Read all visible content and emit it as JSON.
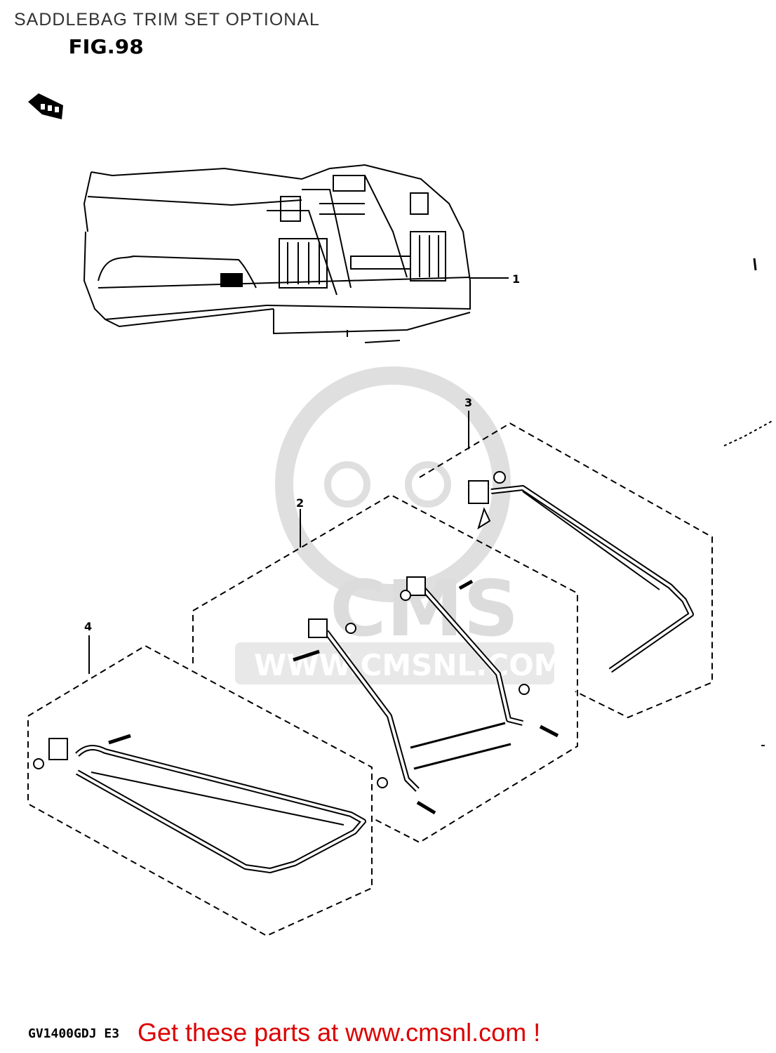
{
  "header": {
    "title": "SADDLEBAG TRIM SET OPTIONAL",
    "figure": "FIG.98"
  },
  "callouts": {
    "c1": "1",
    "c2": "2",
    "c3": "3",
    "c4": "4"
  },
  "watermark": {
    "logo_text": "CMS",
    "url_text": "WWW.CMSNL.COM"
  },
  "footer": {
    "model_code": "GV1400GDJ  E3",
    "cta_link": "Get these parts at www.cmsnl.com !"
  },
  "colors": {
    "link": "#dd0000",
    "line": "#000000",
    "watermark": "#d9d9d9"
  }
}
